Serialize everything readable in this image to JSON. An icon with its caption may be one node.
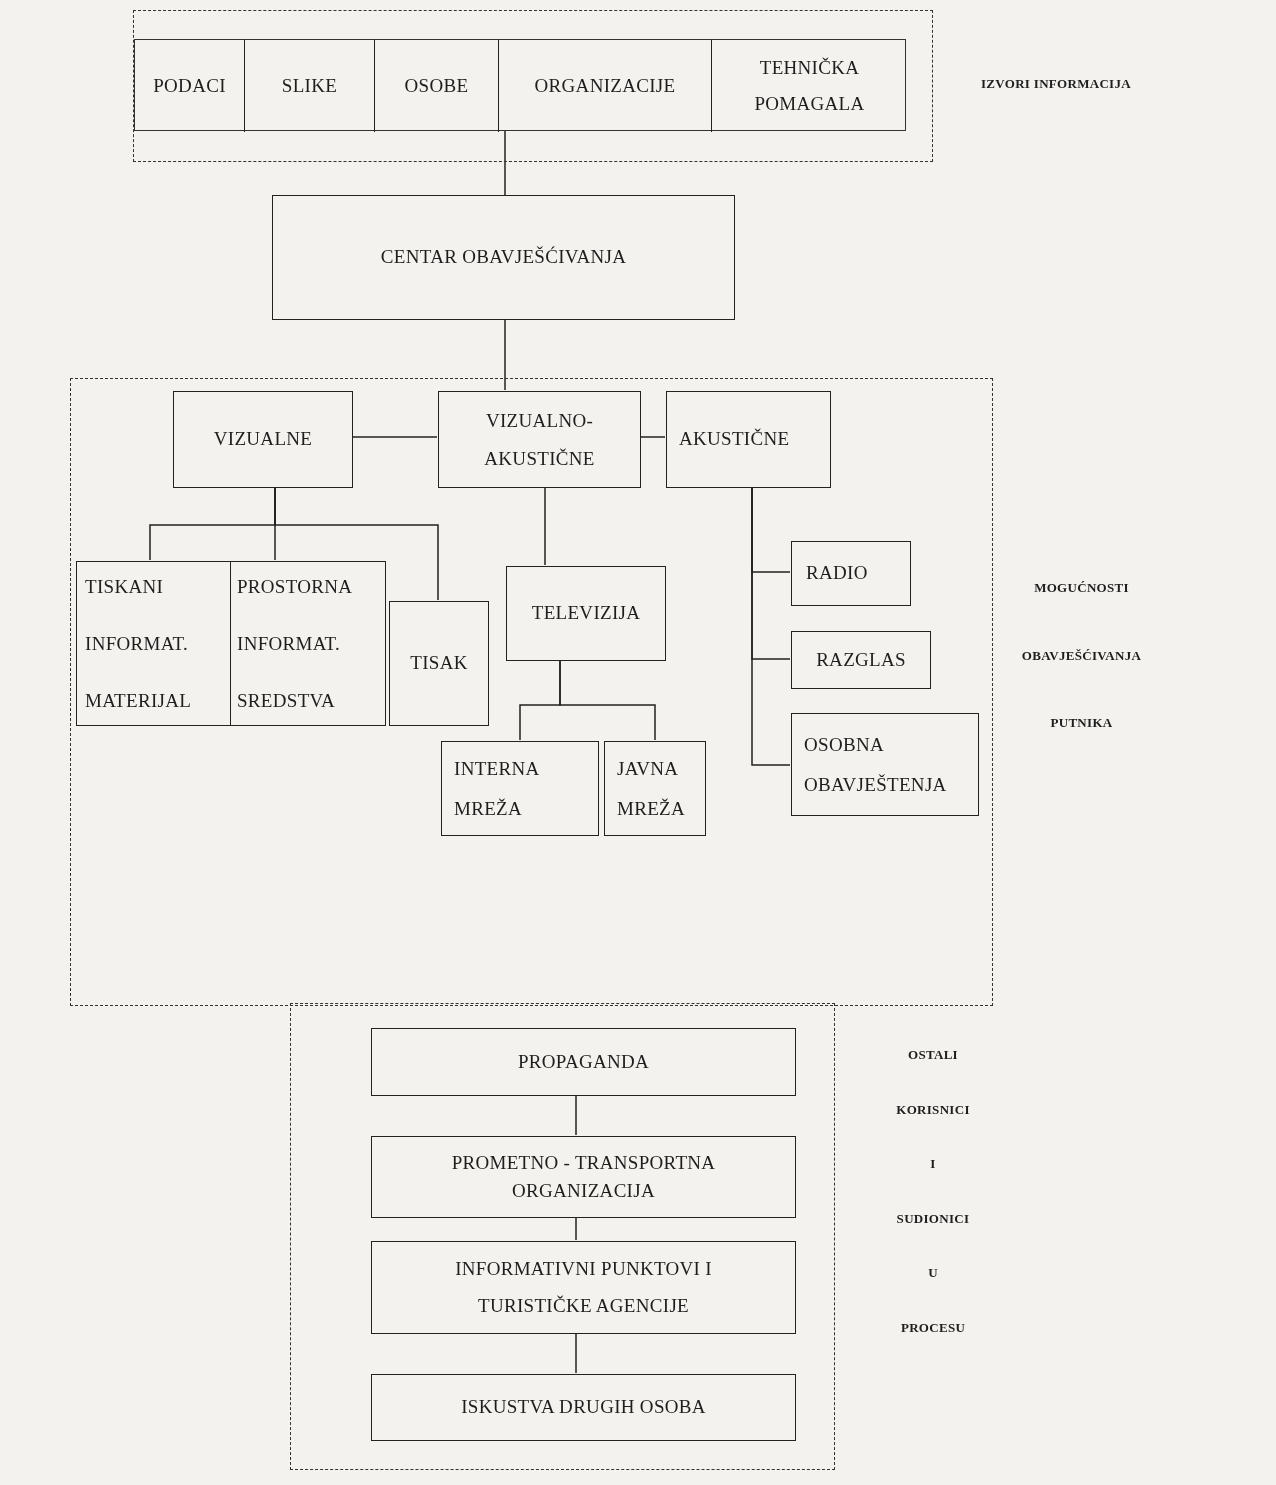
{
  "diagram": {
    "nodes": [
      {
        "text": [
          "IZVORI INFORMACIJA"
        ]
      },
      {
        "text": [],
        "shape": "box",
        "in": 0
      },
      {
        "text": [
          "PODACI"
        ],
        "in": 1
      },
      {
        "text": [
          "SLIKE"
        ],
        "in": 1
      },
      {
        "text": [
          "OSOBE"
        ],
        "in": 1
      },
      {
        "text": [
          "ORGANIZACIJE"
        ],
        "in": 1
      },
      {
        "text": [
          "TEHNIČKA POMAGALA"
        ],
        "in": 1
      },
      {
        "text": [
          "CENTAR OBAVJEŠĆIVANJA"
        ]
      },
      {
        "text": [
          "MOGUĆNOSTI OBAVJEŠĆIVANJA PUTNIKA"
        ]
      },
      {
        "text": [
          "VIZUALNE"
        ],
        "in": 8
      },
      {
        "text": [
          "VIZUALNO- AKUSTIČNE"
        ],
        "in": 8
      },
      {
        "text": [
          "AKUSTIČNE"
        ],
        "in": 8
      },
      {
        "text": [
          "TISKANI INFORMAT. MATERIJAL"
        ],
        "in": 8
      },
      {
        "text": [
          "PROSTORNA INFORMAT. SREDSTVA"
        ],
        "in": 8
      },
      {
        "text": [
          "TISAK"
        ],
        "in": 8
      },
      {
        "text": [
          "TELEVIZIJA"
        ],
        "in": 8
      },
      {
        "text": [
          "INTERNA MREŽA"
        ],
        "in": 8
      },
      {
        "text": [
          "JAVNA MREŽA"
        ],
        "in": 8
      },
      {
        "text": [
          "RADIO"
        ],
        "in": 8
      },
      {
        "text": [
          "RAZGLAS"
        ],
        "in": 8
      },
      {
        "text": [
          "OSOBNA OBAVJEŠTENJA"
        ],
        "in": 8
      },
      {
        "text": [
          "OSTALI KORISNICI I SUDIONICI U PROCESU"
        ]
      },
      {
        "text": [
          "PROPAGANDA"
        ],
        "in": 21
      },
      {
        "text": [
          "PROMETNO - TRANSPORTNA ORGANIZACIJA"
        ],
        "in": 21
      },
      {
        "text": [
          "INFORMATIVNI PUNKTOVI I TURISTIČKE AGENCIJE"
        ],
        "in": 21
      },
      {
        "text": [
          "ISKUSTVA DRUGIH OSOBA"
        ],
        "in": 21
      }
    ],
    "edges": [
      {
        "from": 1,
        "to": 7,
        "arrow": "none"
      },
      {
        "from": 7,
        "to": 10,
        "arrow": "none"
      },
      {
        "from": 9,
        "to": 10,
        "arrow": "none"
      },
      {
        "from": 10,
        "to": 11,
        "arrow": "none"
      },
      {
        "from": 9,
        "to": 12,
        "arrow": "none"
      },
      {
        "from": 9,
        "to": 13,
        "arrow": "none"
      },
      {
        "from": 9,
        "to": 14,
        "arrow": "none"
      },
      {
        "from": 10,
        "to": 15,
        "arrow": "none"
      },
      {
        "from": 15,
        "to": 16,
        "arrow": "none"
      },
      {
        "from": 15,
        "to": 17,
        "arrow": "none"
      },
      {
        "from": 11,
        "to": 18,
        "arrow": "none"
      },
      {
        "from": 11,
        "to": 19,
        "arrow": "none"
      },
      {
        "from": 11,
        "to": 20,
        "arrow": "none"
      },
      {
        "from": 22,
        "to": 23,
        "arrow": "none"
      },
      {
        "from": 23,
        "to": 24,
        "arrow": "none"
      },
      {
        "from": 24,
        "to": 25,
        "arrow": "none"
      }
    ]
  }
}
